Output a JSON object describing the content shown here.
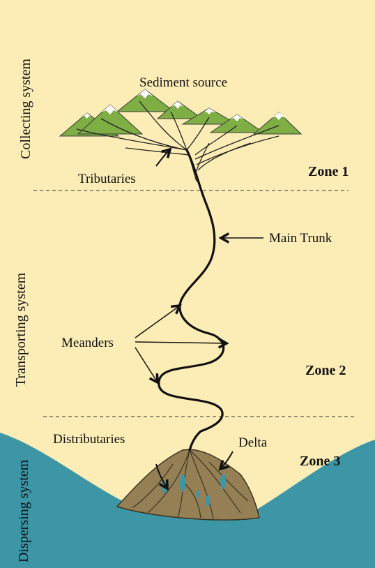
{
  "labels": {
    "sediment_source": "Sediment source",
    "tributaries": "Tributaries",
    "main_trunk": "Main Trunk",
    "meanders": "Meanders",
    "distributaries": "Distributaries",
    "delta": "Delta"
  },
  "zones": {
    "zone1": "Zone 1",
    "zone2": "Zone 2",
    "zone3": "Zone 3"
  },
  "systems": {
    "collecting": "Collecting system",
    "transporting": "Transporting system",
    "dispersing": "Dispersing system"
  },
  "colors": {
    "background": "#FBEDB5",
    "water": "#3D96A6",
    "mountain_green": "#7FAE45",
    "snow": "#FFFFFF",
    "delta_fill": "#958056",
    "river": "#111111"
  }
}
